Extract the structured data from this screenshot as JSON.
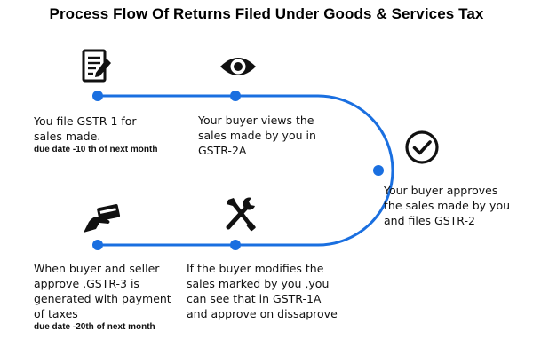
{
  "title": "Process Flow Of Returns Filed Under Goods & Services Tax",
  "colors": {
    "line": "#1a6fe0",
    "dot": "#1a6fe0",
    "icon": "#111111"
  },
  "steps": [
    {
      "icon": "document-pen-icon",
      "lines": [
        "You file GSTR 1 for",
        "sales made."
      ],
      "due": "due date -10 th of next month"
    },
    {
      "icon": "eye-icon",
      "lines": [
        "Your buyer views the",
        "sales made by you in",
        "GSTR-2A"
      ]
    },
    {
      "icon": "checkmark-circle-icon",
      "lines": [
        "Your buyer approves",
        "the sales made by you",
        "and files GSTR-2"
      ]
    },
    {
      "icon": "tools-icon",
      "lines": [
        "If the buyer modifies the",
        "sales marked by you ,you",
        "can see that in GSTR-1A",
        "and approve on dissaprove"
      ]
    },
    {
      "icon": "hand-card-icon",
      "lines": [
        "When buyer and seller",
        "approve ,GSTR-3 is",
        "generated with payment",
        "of taxes"
      ],
      "due": "due date -20th of next month"
    }
  ]
}
